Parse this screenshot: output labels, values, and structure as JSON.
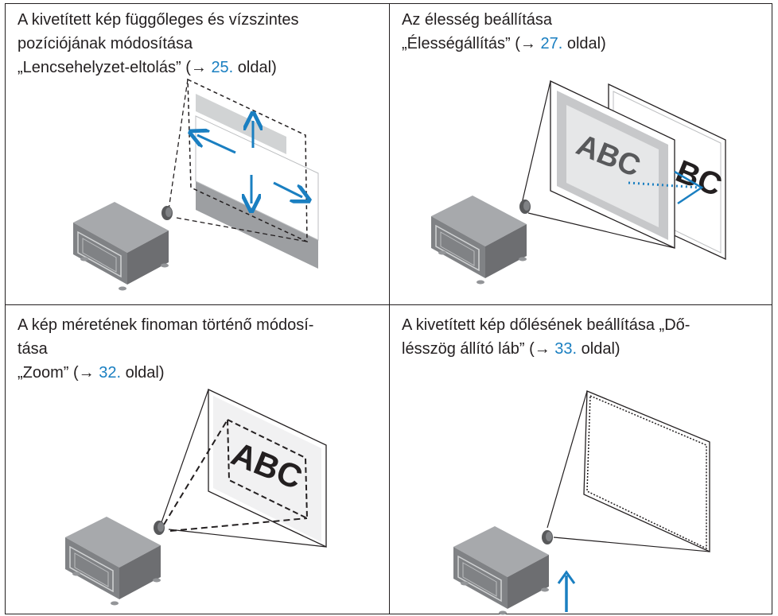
{
  "panels": [
    {
      "lines": [
        "A kivetített kép függőleges és vízszintes",
        "pozíciójának módosítása"
      ],
      "ref_pre": "„Lencsehelyzet-eltolás” (→ ",
      "ref_page": "25.",
      "ref_post": " oldal)"
    },
    {
      "lines": [
        "Az élesség beállítása"
      ],
      "ref_pre": "„Élességállítás” (→ ",
      "ref_page": "27.",
      "ref_post": " oldal)",
      "screen_text_front": "ABC",
      "screen_text_back": "ABC"
    },
    {
      "lines": [
        "A kép méretének finoman történő módosí-",
        "tása"
      ],
      "ref_pre": "„Zoom” (→ ",
      "ref_page": "32.",
      "ref_post": " oldal)",
      "screen_text": "ABC"
    },
    {
      "lines": [
        "A kivetített kép dőlésének beállítása „Dő-"
      ],
      "ref_pre": "lésszög állító láb” (→ ",
      "ref_page": "33.",
      "ref_post": " oldal)"
    }
  ],
  "colors": {
    "accent": "#1a7fc1",
    "projector": "#6d6e71",
    "screen_gray": "#9d9fa2"
  }
}
